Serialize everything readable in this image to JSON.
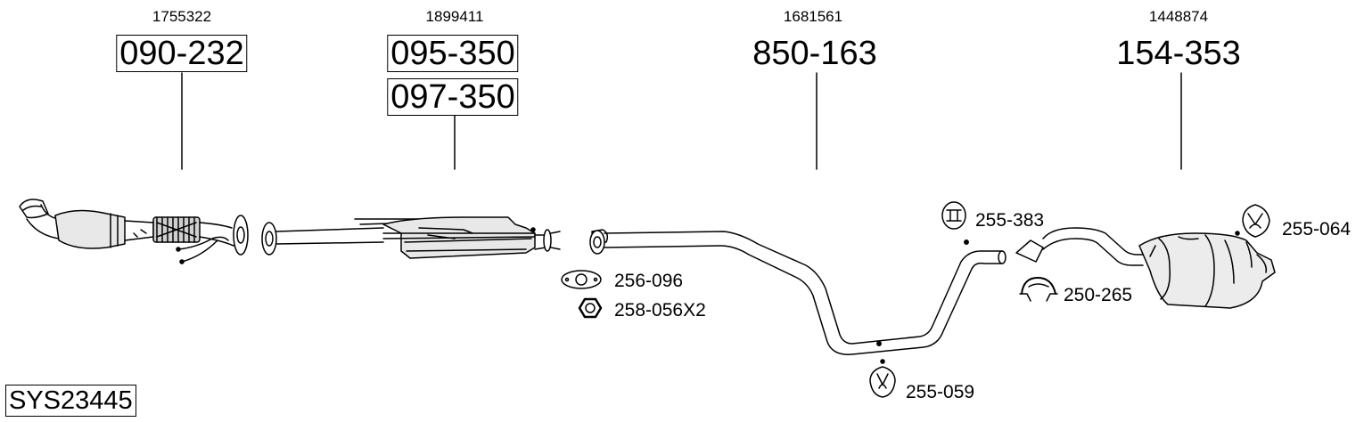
{
  "system_code": "SYS23445",
  "parts": [
    {
      "oem": "1755322",
      "numbers": [
        "090-232"
      ]
    },
    {
      "oem": "1899411",
      "numbers": [
        "095-350",
        "097-350"
      ]
    },
    {
      "oem": "1681561",
      "numbers": [
        "850-163"
      ]
    },
    {
      "oem": "1448874",
      "numbers": [
        "154-353"
      ]
    }
  ],
  "accessories": {
    "gasket": "256-096",
    "nut": "258-056X2",
    "hanger_center": "255-059",
    "hanger_upper": "255-383",
    "clamp": "250-265",
    "hanger_rear": "255-064"
  }
}
